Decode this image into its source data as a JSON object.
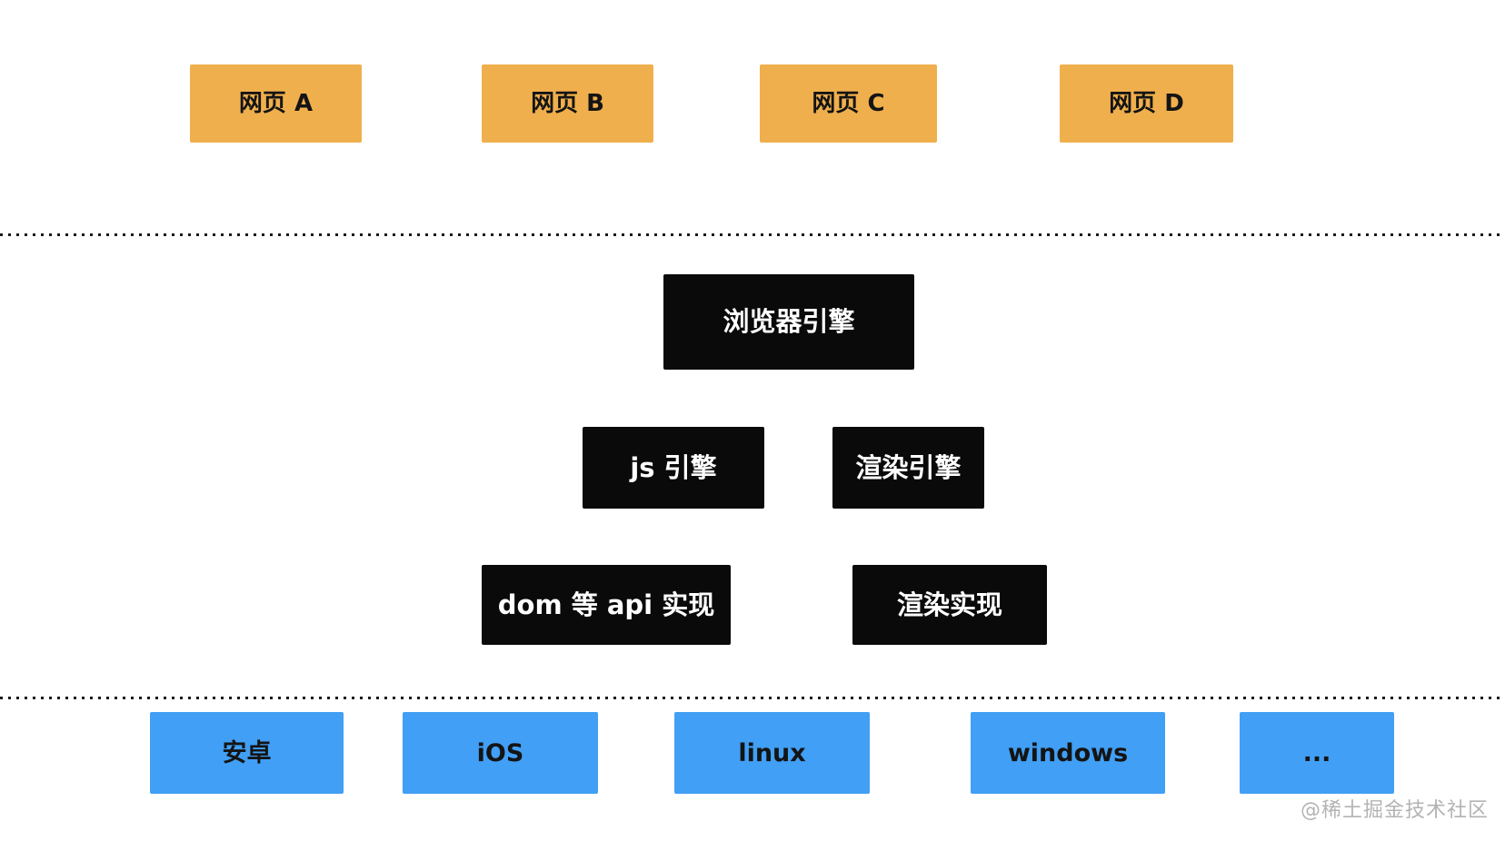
{
  "colors": {
    "bg": "#ffffff",
    "orange": "#F0AF4D",
    "blue": "#419FF5",
    "box-black": "#0a0a0a",
    "ink": "#141414",
    "dot": "#1a1a1a",
    "watermark": "#b3b3b3"
  },
  "webpages": [
    "网页 A",
    "网页 B",
    "网页 C",
    "网页 D"
  ],
  "engine": {
    "browser_engine": "浏览器引擎",
    "js_engine": "js 引擎",
    "render_engine": "渲染引擎",
    "dom_api_impl": "dom 等 api 实现",
    "render_impl": "渲染实现"
  },
  "platforms": [
    "安卓",
    "iOS",
    "linux",
    "windows",
    "..."
  ],
  "watermark": "@稀土掘金技术社区"
}
